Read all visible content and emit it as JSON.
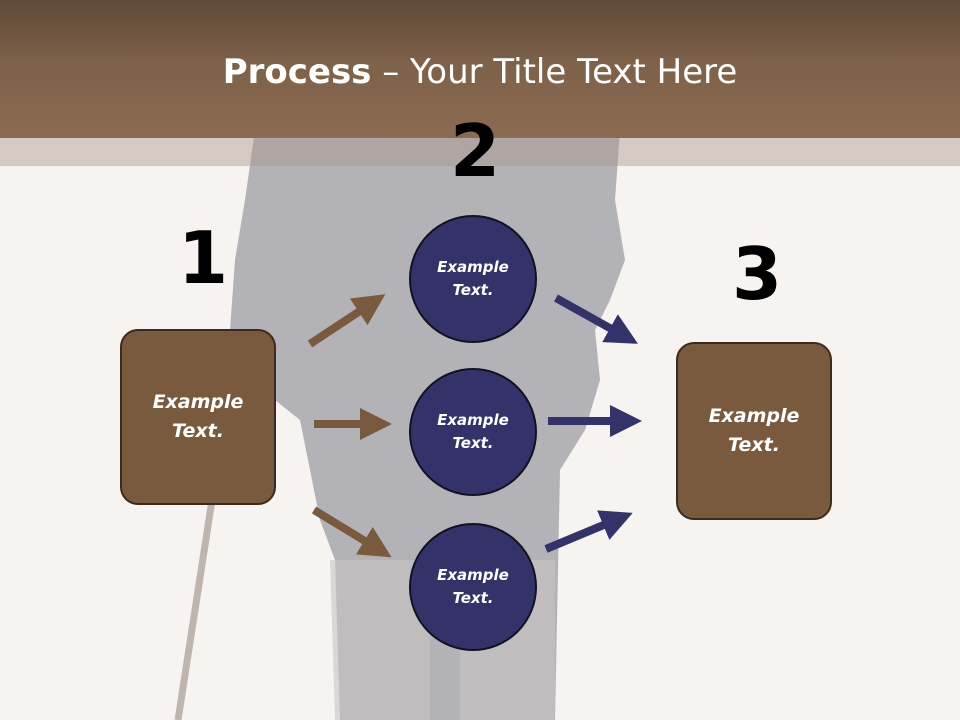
{
  "title": {
    "bold": "Process",
    "rest": " – Your Title Text Here"
  },
  "steps": [
    {
      "number": "1",
      "text_line1": "Example",
      "text_line2": "Text."
    },
    {
      "number": "2"
    },
    {
      "number": "3",
      "text_line1": "Example",
      "text_line2": "Text."
    }
  ],
  "circles": [
    {
      "line1": "Example",
      "line2": "Text."
    },
    {
      "line1": "Example",
      "line2": "Text."
    },
    {
      "line1": "Example",
      "line2": "Text."
    }
  ],
  "colors": {
    "header": "#8b6b52",
    "box_fill": "#7a5a3e",
    "circle_fill": "#33336a",
    "arrow_brown": "#7a5a3e",
    "arrow_navy": "#33336a"
  }
}
